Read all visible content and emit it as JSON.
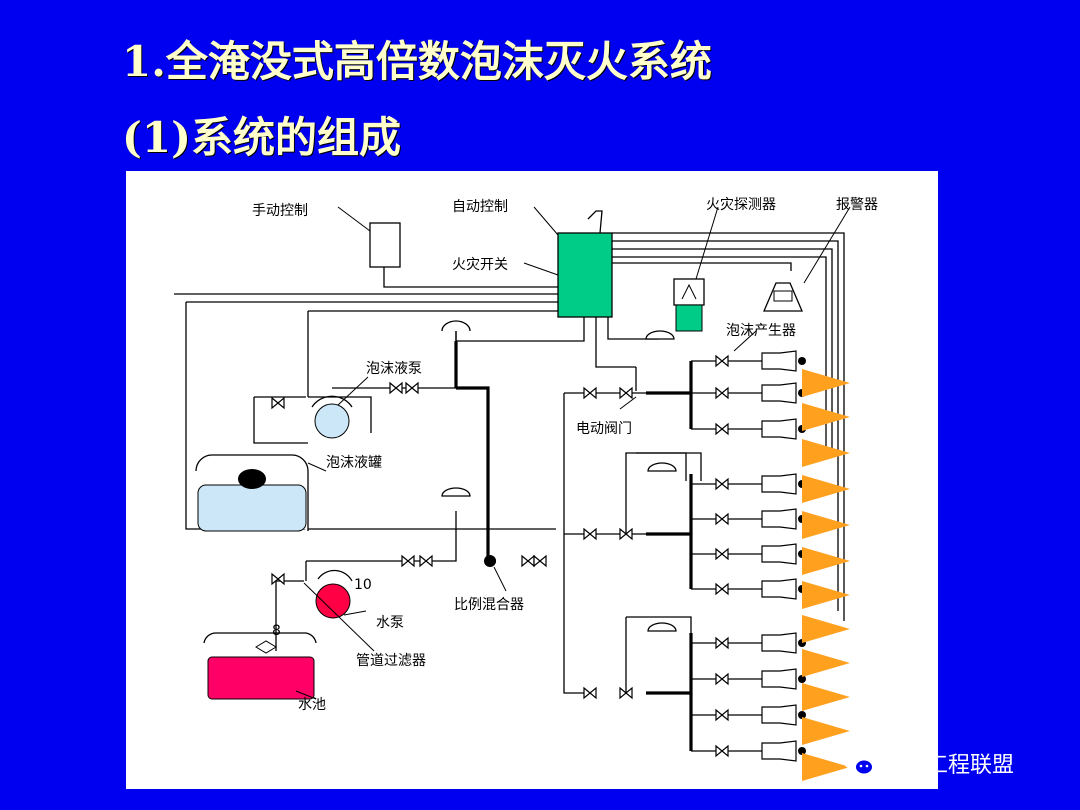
{
  "slide": {
    "title": "1.全淹没式高倍数泡沫灭火系统",
    "subtitle": "(1)系统的组成"
  },
  "diagram": {
    "labels": {
      "manual_control": "手动控制",
      "auto_control": "自动控制",
      "fire_switch": "火灾开关",
      "fire_detector": "火灾探测器",
      "alarm": "报警器",
      "foam_generator": "泡沫产生器",
      "foam_pump": "泡沫液泵",
      "electric_valve": "电动阀门",
      "foam_tank": "泡沫液罐",
      "proportional_mixer": "比例混合器",
      "water_pump": "水泵",
      "pipe_filter": "管道过滤器",
      "water_tank": "水池",
      "num_10": "10",
      "num_8": "8"
    },
    "colors": {
      "background": "#0000f0",
      "title_text": "#ffffcc",
      "control_box": "#00cc88",
      "foam_tank": "#cce8f8",
      "water_tank": "#ff0066",
      "water_pump": "#ff0044",
      "foam_pump": "#cce8f8",
      "generator_cone": "#ffa01e"
    }
  },
  "watermark": {
    "text": "机电工程联盟",
    "icon": "wechat-icon"
  }
}
